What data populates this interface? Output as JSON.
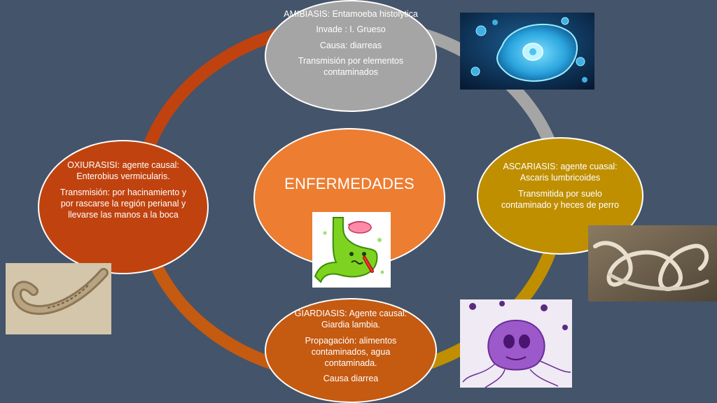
{
  "center": {
    "title": "ENFERMEDADES"
  },
  "amibiasis": {
    "line1": "AMIBIASIS: Entamoeba histolytica",
    "line2": "Invade : I. Grueso",
    "line3": "Causa: diarreas",
    "line4": "Transmisión por elementos contaminados"
  },
  "ascariasis": {
    "line1": "ASCARIASIS: agente cuasal: Ascaris lumbricoides",
    "line2": "Transmitida por suelo contaminado y heces de perro"
  },
  "giardiasis": {
    "line1": "GIARDIASIS: Agente causal: Giardia lambia.",
    "line2": "Propagación: alimentos contaminados, agua contaminada.",
    "line3": "Causa diarrea"
  },
  "oxiurasis": {
    "line1": "OXIURASISI: agente causal: Enterobius vermicularis.",
    "line2": "Transmisión: por hacinamiento y por rascarse la región perianal y llevarse las manos a la boca"
  },
  "colors": {
    "background": "#44546a",
    "center": "#ed7d31",
    "amibiasis": "#a5a5a5",
    "ascariasis": "#bf8f00",
    "giardiasis": "#c55a11",
    "oxiurasis": "#c0430f"
  },
  "images": [
    "amoeba-micrograph",
    "sick-stomach-cartoon",
    "ascaris-worm-photo",
    "pinworm-micrograph",
    "giardia-micrograph"
  ]
}
